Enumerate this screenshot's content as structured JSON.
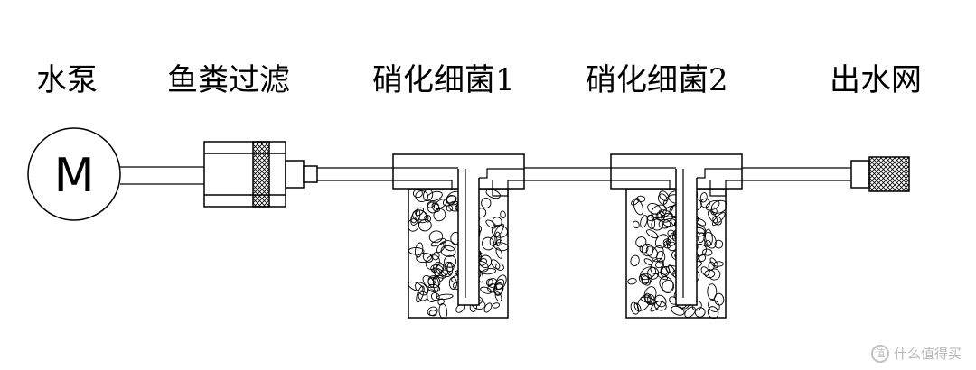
{
  "labels": {
    "pump": "水泵",
    "filter": "鱼粪过滤",
    "bacteria1": "硝化细菌1",
    "bacteria2": "硝化细菌2",
    "outlet": "出水网"
  },
  "motor": {
    "letter": "M"
  },
  "watermark": {
    "text": "什么值得买",
    "icon": "值"
  },
  "colors": {
    "stroke": "#000000",
    "background": "#ffffff",
    "watermark": "#b9b9b9"
  }
}
